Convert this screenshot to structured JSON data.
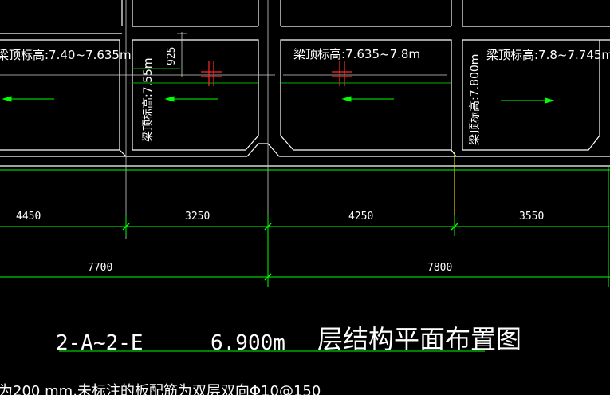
{
  "colors": {
    "background": "#000000",
    "beam_outline": "#ffffff",
    "grid_line": "#ffffff",
    "dim_line": "#00ff00",
    "beam_edge": "#00b400",
    "marker": "#ff2a2a",
    "arrow": "#00ff00",
    "axis_yellow": "#ffff00"
  },
  "beam_elevations": {
    "left": "梁顶标高:7.40~7.635m",
    "middle": "梁顶标高:7.635~7.8m",
    "right": "梁顶标高:7.8~7.745m",
    "vertical_a": "梁顶标高:7.55m",
    "vertical_b": "梁顶标高:7.800m"
  },
  "offset_dim": "925",
  "dims_row1": [
    "4450",
    "3250",
    "4250",
    "3550"
  ],
  "dims_row2": [
    "7700",
    "7800"
  ],
  "title": {
    "axis_range": "2-A~2-E",
    "elevation": "6.900m",
    "name": "层结构平面布置图"
  },
  "note": "为200 mm,未标注的板配筋为双层双向Φ10@150"
}
